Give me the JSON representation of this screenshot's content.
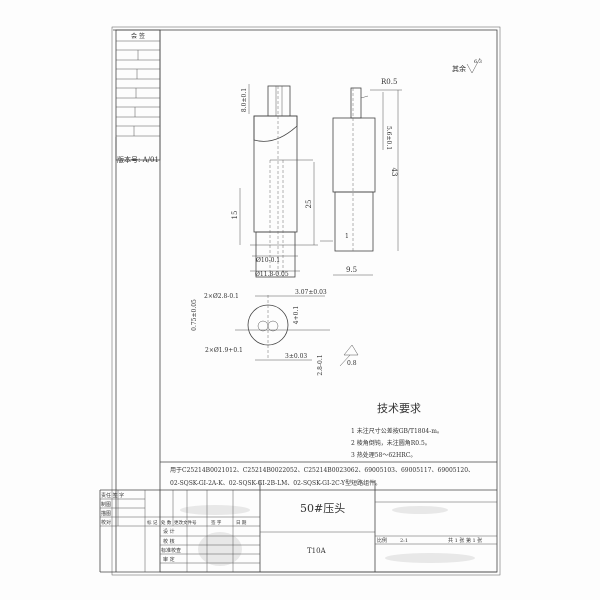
{
  "sidebar": {
    "countersign_label": "会 签",
    "version_label": "版本号: A/01"
  },
  "surface_finish": {
    "label": "其余",
    "value": "6.3"
  },
  "dimensions": {
    "d_top": "8.0±0.1",
    "r": "R0.5",
    "d_56": "5.6±0.1",
    "d_43": "43",
    "d_25": "25",
    "d_15": "15",
    "d_1": "1",
    "dia10": "Ø10-0.1",
    "dia118": "Ø11.8-0.05",
    "d_95": "9.5",
    "hole28": "2×Ø2.8-0.1",
    "hole19": "2×Ø1.9+0.1",
    "d_075": "0.75±0.05",
    "d_307": "3.07±0.03",
    "d_3": "3±0.03",
    "d_28": "2.8-0.1",
    "d_4": "4+0.1",
    "d_08": "0.8"
  },
  "tech_requirements": {
    "title": "技术要求",
    "items": [
      "1  未注尺寸公差按GB/T1804-m。",
      "2  棱角倒钝，未注圆角R0.5。",
      "3  热处理58～62HRC。"
    ]
  },
  "usage_note": [
    "用于C25214B0021012、C25214B0022052、C25214B0023062、69005103、69005117、69005120、",
    "02-SQSK-GI-2A-K、02-SQSK-GI-2B-LM、02-SQSK-GI-2C-Y型短路组件。"
  ],
  "title_block": {
    "left_rows": [
      "责任 签 字",
      "制图",
      "描图",
      "校对"
    ],
    "change_headers": [
      "标 记",
      "处 数",
      "更改文件号",
      "签 字",
      "日 期"
    ],
    "roles": [
      "设 计",
      "校 核",
      "标准校查",
      "审 定"
    ],
    "part_name": "50#压头",
    "material": "T10A",
    "scale_label": "比例",
    "scale": "2:1",
    "sheets": "共 1 张 第 1 张"
  }
}
